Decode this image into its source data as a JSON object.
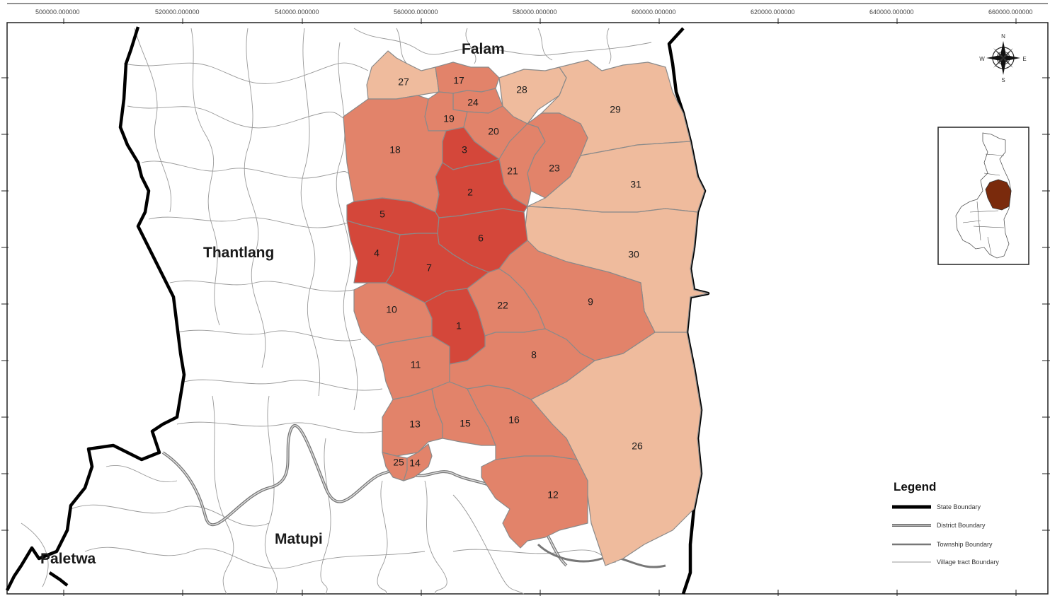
{
  "axis": {
    "x_ticks": [
      "500000.000000",
      "520000.000000",
      "540000.000000",
      "560000.000000",
      "580000.000000",
      "600000.000000",
      "620000.000000",
      "640000.000000",
      "660000.000000"
    ]
  },
  "townships": {
    "falam": "Falam",
    "thantlang": "Thantlang",
    "matupi": "Matupi",
    "paletwa": "Paletwa"
  },
  "tracts": [
    "1",
    "2",
    "3",
    "4",
    "5",
    "6",
    "7",
    "8",
    "9",
    "10",
    "11",
    "12",
    "13",
    "14",
    "15",
    "16",
    "17",
    "18",
    "19",
    "20",
    "21",
    "22",
    "23",
    "24",
    "25",
    "26",
    "27",
    "28",
    "29",
    "30",
    "31"
  ],
  "compass": {
    "n": "N",
    "s": "S",
    "e": "E",
    "w": "W"
  },
  "legend": {
    "title": "Legend",
    "items": [
      "State Boundary",
      "District Boundary",
      "Township Boundary",
      "Village tract Boundary"
    ]
  },
  "colors": {
    "dark": "#d4473a",
    "medium": "#e2836a",
    "light": "#efbb9d",
    "inset_fill": "#7a2a0c",
    "boundary": "#000000"
  }
}
